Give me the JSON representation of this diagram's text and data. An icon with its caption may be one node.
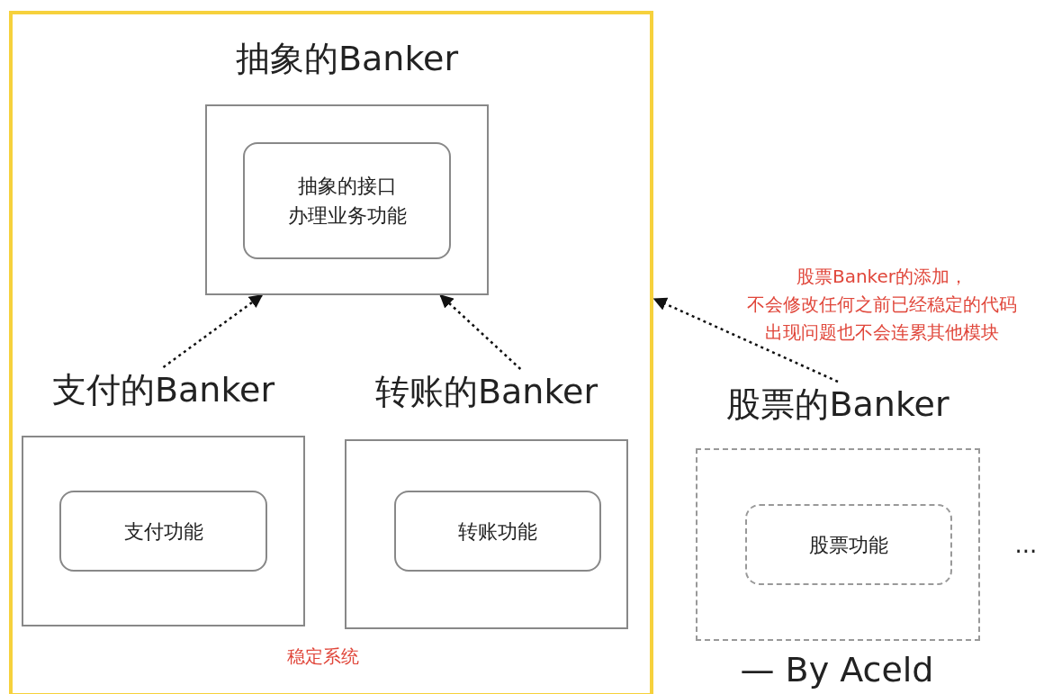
{
  "diagram": {
    "nodes": [
      {
        "text": [
          "稳定系统"
        ]
      },
      {
        "text": [
          "抽象的Banker"
        ],
        "in": 0
      },
      {
        "text": [
          "抽象的接口办理业务功能"
        ],
        "in": 1
      },
      {
        "text": [
          "支付的Banker"
        ],
        "in": 0
      },
      {
        "text": [
          "支付功能"
        ],
        "in": 3
      },
      {
        "text": [
          "转账的Banker"
        ],
        "in": 0
      },
      {
        "text": [
          "转账功能"
        ],
        "in": 5
      },
      {
        "text": [
          "股票的Banker"
        ]
      },
      {
        "text": [
          "股票功能"
        ],
        "in": 7
      }
    ],
    "edges": [
      {
        "from": 3,
        "to": 1,
        "arrow": "to",
        "style": "dashed"
      },
      {
        "from": 5,
        "to": 1,
        "arrow": "to",
        "style": "dashed"
      },
      {
        "from": 7,
        "to": 0,
        "arrow": "to",
        "style": "dashed"
      }
    ],
    "labels": [
      "股票Banker的添加，不会修改任何之前已经稳定的代码出现问题也不会连累其他模块",
      "— By Aceld",
      "..."
    ]
  }
}
